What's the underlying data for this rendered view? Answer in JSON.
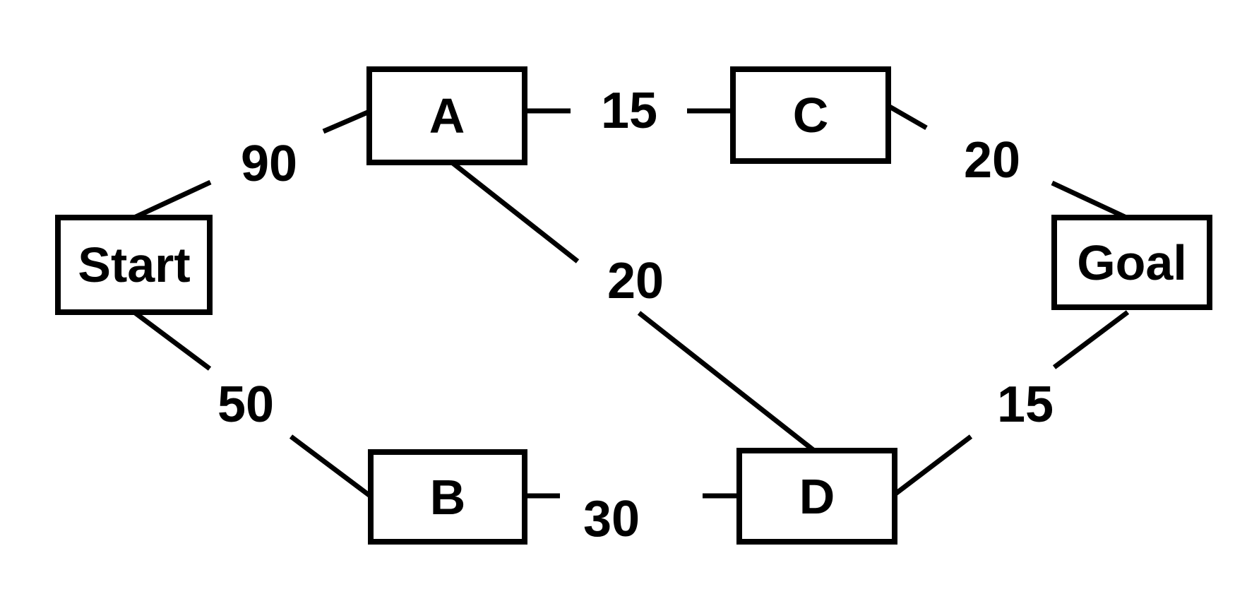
{
  "figure": {
    "background_color": "#ffffff",
    "ink_color": "#000000",
    "description": "Weighted undirected graph diagram with six rectangular nodes and seven labeled edges"
  },
  "nodes": [
    {
      "id": "start",
      "label": "Start"
    },
    {
      "id": "a",
      "label": "A"
    },
    {
      "id": "b",
      "label": "B"
    },
    {
      "id": "c",
      "label": "C"
    },
    {
      "id": "d",
      "label": "D"
    },
    {
      "id": "goal",
      "label": "Goal"
    }
  ],
  "edges": [
    {
      "from": "Start",
      "to": "A",
      "weight": "90"
    },
    {
      "from": "Start",
      "to": "B",
      "weight": "50"
    },
    {
      "from": "A",
      "to": "C",
      "weight": "15"
    },
    {
      "from": "A",
      "to": "D",
      "weight": "20"
    },
    {
      "from": "B",
      "to": "D",
      "weight": "30"
    },
    {
      "from": "C",
      "to": "Goal",
      "weight": "20"
    },
    {
      "from": "D",
      "to": "Goal",
      "weight": "15"
    }
  ]
}
